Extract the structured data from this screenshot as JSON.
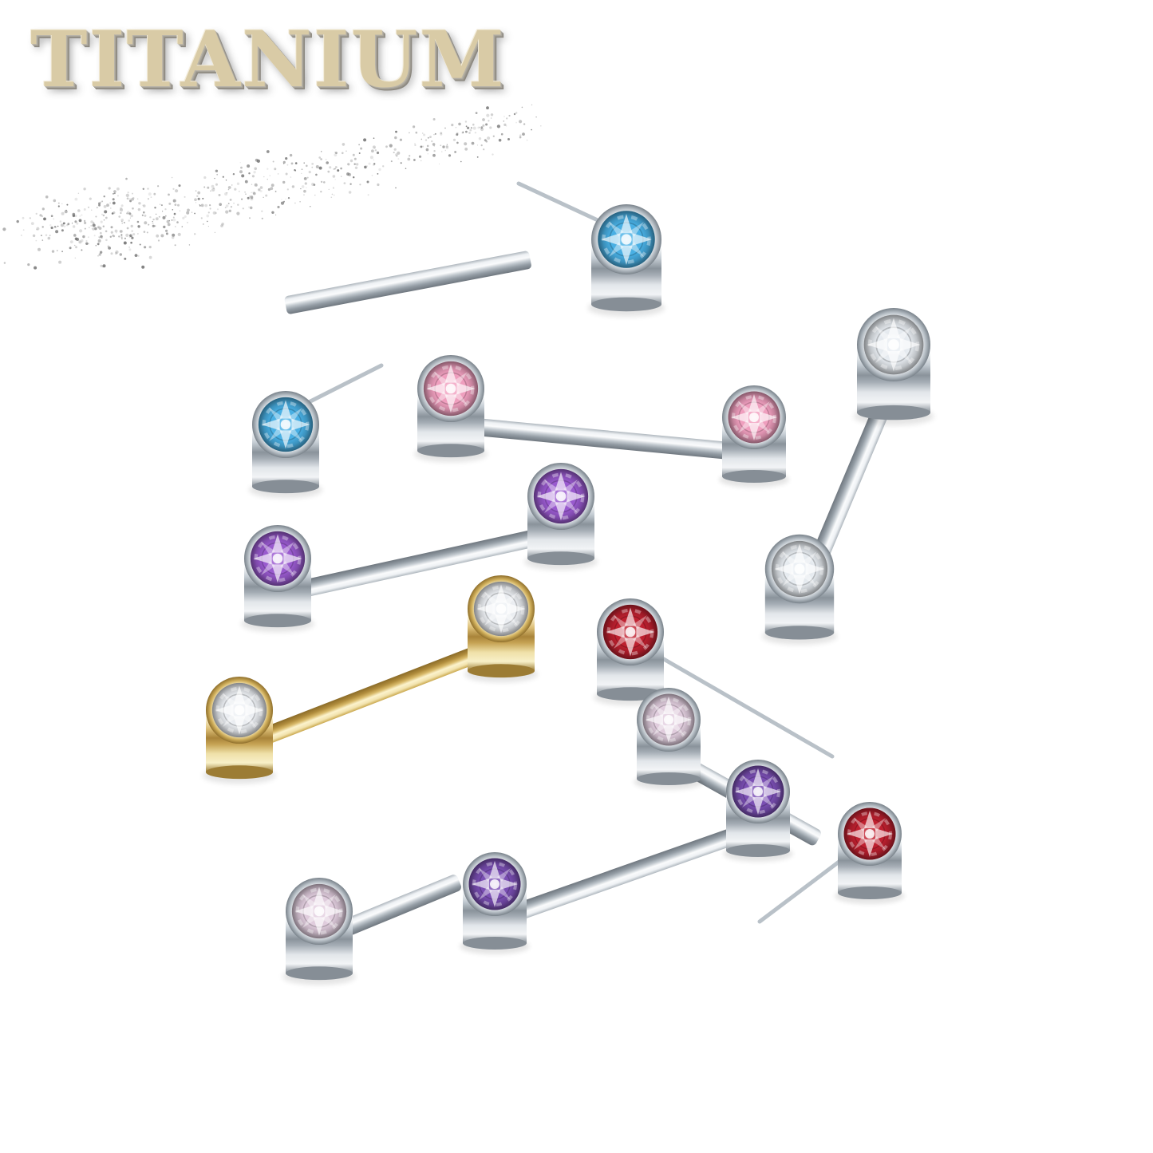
{
  "page": {
    "background": "#ffffff"
  },
  "title": {
    "text": "TITANIUM",
    "color": "#d9cba6",
    "shadow_color": "#98948b"
  },
  "glitter": {
    "color_dark": "#6e6e6e",
    "color_light": "#b8b8b8",
    "dot_count": 650
  },
  "pieces": [
    {
      "name": "blue-gem-end-top",
      "type": "gem-end-with-pin",
      "metal": "titanium",
      "gem": "#49b1e6",
      "cyl": "#cylS",
      "pin": "#b9c1c8"
    },
    {
      "name": "bare-barbell-post",
      "type": "bare-post",
      "metal": "titanium",
      "barFill": "url(#barSilver)"
    },
    {
      "name": "blue-gem-end-left",
      "type": "gem-end-with-pin",
      "metal": "titanium",
      "gem": "#49b1e6",
      "cyl": "#cylS",
      "pin": "#b9c1c8"
    },
    {
      "name": "pink-barbell",
      "type": "barbell",
      "metal": "titanium",
      "gem": "#f2a0c0",
      "cyl": "#cylS",
      "barFill": "url(#barSilver)"
    },
    {
      "name": "clear-barbell",
      "type": "barbell",
      "metal": "titanium",
      "gem": "#e9eef3",
      "cyl": "#cylS",
      "barFill": "url(#barSilver)"
    },
    {
      "name": "purple-barbell",
      "type": "barbell",
      "metal": "titanium",
      "gem": "#9a5ad0",
      "cyl": "#cylS",
      "barFill": "url(#barSilver)"
    },
    {
      "name": "gold-clear-barbell",
      "type": "barbell",
      "metal": "gold",
      "gem": "#eef1f5",
      "cyl": "#cylG",
      "barFill": "url(#barGold)"
    },
    {
      "name": "red-gem-end-upper",
      "type": "gem-end-with-pin",
      "metal": "titanium",
      "gem": "#c0202f",
      "cyl": "#cylS",
      "pin": "#b9c1c8"
    },
    {
      "name": "ab-gem-end-upper",
      "type": "gem-end-with-post",
      "metal": "titanium",
      "gem": "#e3cfe0",
      "cyl": "#cylS",
      "barFill": "url(#barSilver)"
    },
    {
      "name": "violet-barbell",
      "type": "barbell",
      "metal": "titanium",
      "gem": "#7b4fb5",
      "cyl": "#cylS",
      "barFill": "url(#barSilver)"
    },
    {
      "name": "ab-gem-end-lower",
      "type": "gem-end-with-post",
      "metal": "titanium",
      "gem": "#e3cfe0",
      "cyl": "#cylS",
      "barFill": "url(#barSilver)"
    },
    {
      "name": "red-gem-end-lower",
      "type": "gem-end-with-pin",
      "metal": "titanium",
      "gem": "#c0202f",
      "cyl": "#cylS",
      "pin": "#b9c1c8"
    }
  ]
}
